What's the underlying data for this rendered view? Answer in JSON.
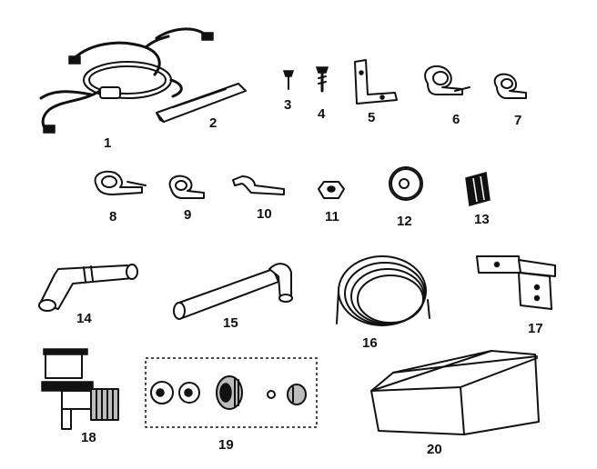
{
  "parts": [
    {
      "id": "part-1",
      "label": "1"
    },
    {
      "id": "part-2",
      "label": "2"
    },
    {
      "id": "part-3",
      "label": "3"
    },
    {
      "id": "part-4",
      "label": "4"
    },
    {
      "id": "part-5",
      "label": "5"
    },
    {
      "id": "part-6",
      "label": "6"
    },
    {
      "id": "part-7",
      "label": "7"
    },
    {
      "id": "part-8",
      "label": "8"
    },
    {
      "id": "part-9",
      "label": "9"
    },
    {
      "id": "part-10",
      "label": "10"
    },
    {
      "id": "part-11",
      "label": "11"
    },
    {
      "id": "part-12",
      "label": "12"
    },
    {
      "id": "part-13",
      "label": "13"
    },
    {
      "id": "part-14",
      "label": "14"
    },
    {
      "id": "part-15",
      "label": "15"
    },
    {
      "id": "part-16",
      "label": "16"
    },
    {
      "id": "part-17",
      "label": "17"
    },
    {
      "id": "part-18",
      "label": "18"
    },
    {
      "id": "part-19",
      "label": "19"
    },
    {
      "id": "part-20",
      "label": "20"
    }
  ]
}
